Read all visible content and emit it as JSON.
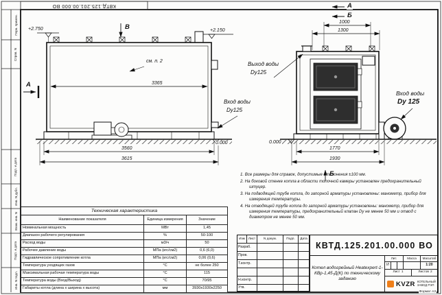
{
  "doc_number": "КВТД.125.201.00.000 ВО",
  "format_label": "Формат А3",
  "margin_labels": [
    "Перв. примен.",
    "Справ. N",
    "Подп. и дата",
    "Инв. N дубл.",
    "Взам. инв. N",
    "Подп. и дата",
    "Инв. N подл."
  ],
  "drawing": {
    "left_view": {
      "level_top": "+2.750",
      "level_mid": "+2.150",
      "level_ground": "0.000",
      "dim_inner": "3365",
      "dim_width": "3560",
      "dim_total": "3615",
      "view_marker": "В",
      "section_marker": "А",
      "see_note": "см. п. 2"
    },
    "right_view": {
      "dim_top_inner": "1000",
      "dim_top_outer": "1300",
      "dim_base": "1770",
      "dim_total": "1930",
      "level_ground": "0.000",
      "marker_a": "А",
      "marker_b": "Б",
      "marker_b_bottom": "Б"
    },
    "labels": {
      "outlet": "Выход воды",
      "outlet_dn": "Dy125",
      "inlet": "Вход воды",
      "inlet_dn": "Dy125",
      "inlet_right": "Вход воды",
      "inlet_right_dn": "Dy 125"
    }
  },
  "notes": [
    "1.  Все размеры для справок, допустимые отклонения ±100 мм.",
    "2.  На боковой стенке котла в области топочной камеры установлен предохранительный штуцер.",
    "3.  На подводящей трубе котла, до запорной арматуры установлены: манометр, прибор для измерения температуры.",
    "4.  На отводящей трубе котла до запорной арматуры установлены: манометр, прибор для измерения температуры, предохранительный клапан Dy не менее 50 мм и отвод с диаметром не менее 50 мм."
  ],
  "spec_table": {
    "title": "Техническая характеристика",
    "headers": [
      "Наименование показателя",
      "Единица измерения",
      "Значение"
    ],
    "rows": [
      [
        "Номинальная мощность",
        "МВт",
        "1,45"
      ],
      [
        "Диапазон рабочего регулирования",
        "%",
        "50-100"
      ],
      [
        "Расход воды",
        "м3/ч",
        "50"
      ],
      [
        "Рабочее давление воды",
        "МПа (кгс/см2)",
        "0,6 (6,0)"
      ],
      [
        "Гидравлическое сопротивление котла",
        "МПа (кгс/см2)",
        "0,06 (0,6)"
      ],
      [
        "Температура уходящих газов",
        "°С",
        "не более 250"
      ],
      [
        "Максимальная рабочая температура воды",
        "°С",
        "115"
      ],
      [
        "Температура воды (Вход/Выход)",
        "°С",
        "70/95"
      ],
      [
        "Габариты котла (длина х ширина х высота)",
        "мм",
        "3930х1930х2250"
      ]
    ]
  },
  "title_block": {
    "header_row": [
      "Изм",
      "Лист",
      "N докум.",
      "Подп.",
      "Дата"
    ],
    "roles": [
      "Разраб.",
      "Пров.",
      "Т.контр.",
      "Н.контр.",
      "Утв."
    ],
    "product_name": "Котел водогрейный Heatexpert-1-КВр-1,45-Д(К) по техническому заданию",
    "lit_label": "Лит.",
    "lit_value": "И",
    "mass_label": "Масса",
    "scale_label": "Масштаб",
    "scale_value": "1:20",
    "sheet_label": "Лист",
    "sheet_value": "1",
    "sheets_label": "Листов",
    "sheets_value": "2",
    "company_logo": "KVZR",
    "company_name": "КОТЕЛЬНЫЙ ЗАВОД РЭП"
  },
  "colors": {
    "line": "#1c1c1c",
    "accent": "#ef7f1a",
    "door_fill": "#2e2e2e"
  }
}
